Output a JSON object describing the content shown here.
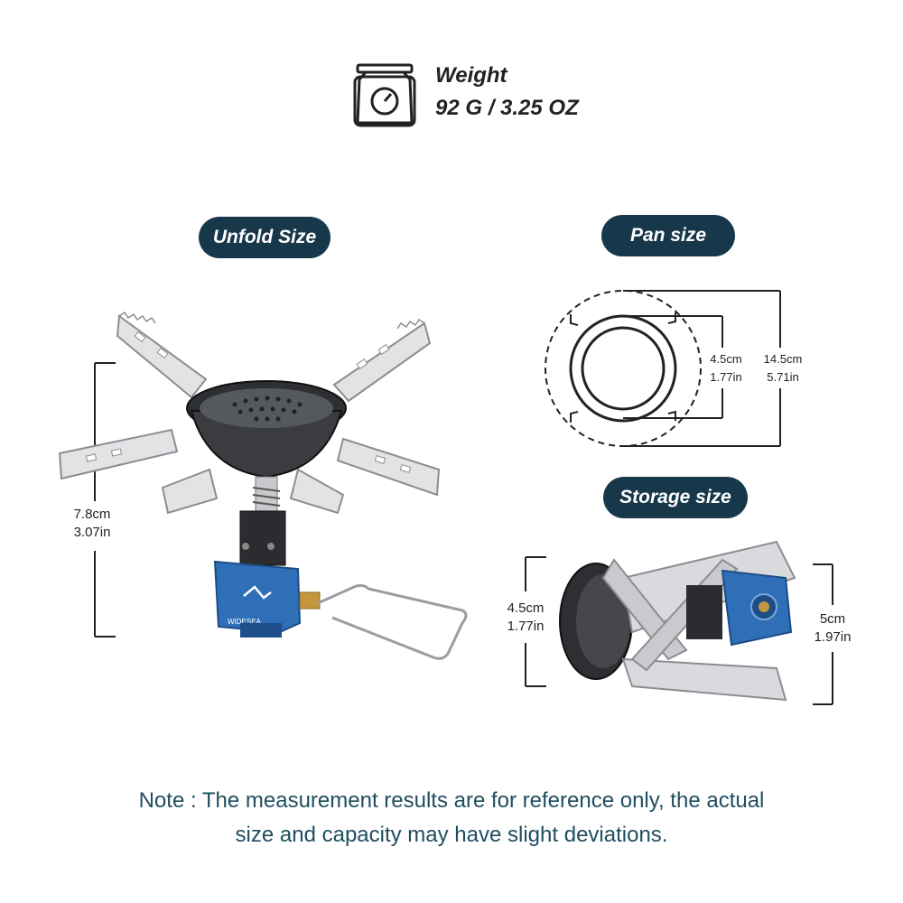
{
  "weight": {
    "title": "Weight",
    "value": "92 G / 3.25 OZ",
    "icon": "scale-icon"
  },
  "sections": {
    "unfold": "Unfold Size",
    "pan": "Pan size",
    "storage": "Storage size"
  },
  "unfold_dims": {
    "cm": "7.8cm",
    "in": "3.07in"
  },
  "pan_dims": {
    "inner_cm": "4.5cm",
    "inner_in": "1.77in",
    "outer_cm": "14.5cm",
    "outer_in": "5.71in"
  },
  "storage_dims": {
    "left_cm": "4.5cm",
    "left_in": "1.77in",
    "right_cm": "5cm",
    "right_in": "1.97in"
  },
  "product": {
    "brand": "WIDESEA"
  },
  "note": {
    "line1": "Note : The measurement results are for reference only, the actual",
    "line2": "size and capacity may have slight deviations."
  },
  "colors": {
    "pill": "#17384a",
    "note": "#1f4e60",
    "body_blue": "#2f6fb8"
  }
}
